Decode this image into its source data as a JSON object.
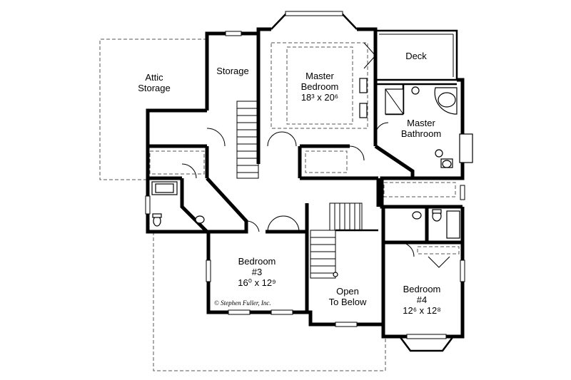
{
  "rooms": {
    "attic_storage": {
      "line1": "Attic",
      "line2": "Storage"
    },
    "storage": {
      "line1": "Storage"
    },
    "master_bedroom": {
      "line1": "Master",
      "line2": "Bedroom",
      "dims": "18³ x 20⁶"
    },
    "deck": {
      "line1": "Deck"
    },
    "master_bathroom": {
      "line1": "Master",
      "line2": "Bathroom"
    },
    "bedroom3": {
      "line1": "Bedroom",
      "line2": "#3",
      "dims": "16⁰ x 12⁹"
    },
    "open_to_below": {
      "line1": "Open",
      "line2": "To Below"
    },
    "bedroom4": {
      "line1": "Bedroom",
      "line2": "#4",
      "dims": "12⁶ x 12⁸"
    }
  },
  "credit": "© Stephen Fuller, Inc.",
  "colors": {
    "wall": "#000000",
    "background": "#ffffff",
    "dashed_outline": "#555555"
  }
}
